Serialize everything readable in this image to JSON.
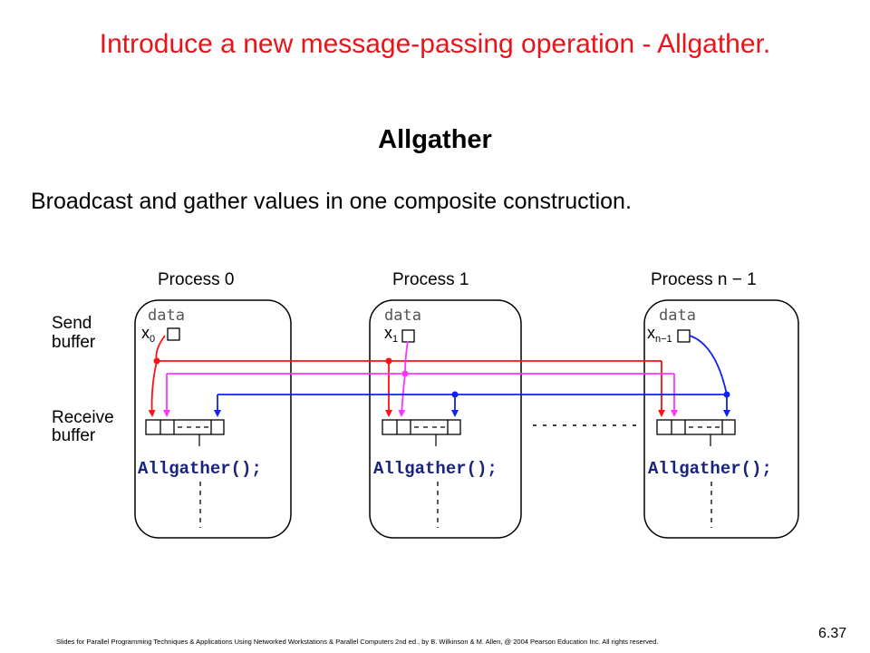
{
  "headline": "Introduce a new message-passing operation - Allgather.",
  "title": "Allgather",
  "subtitle": "Broadcast and gather values in one composite construction.",
  "diagram": {
    "send_label_1": "Send",
    "send_label_2": "buffer",
    "receive_label_1": "Receive",
    "receive_label_2": "buffer",
    "processes": [
      {
        "label": "Process 0",
        "data": "data",
        "var": "x",
        "sub": "0",
        "call": "Allgather();"
      },
      {
        "label": "Process 1",
        "data": "data",
        "var": "x",
        "sub": "1",
        "call": "Allgather();"
      },
      {
        "label": "Process n − 1",
        "data": "data",
        "var": "x",
        "sub": "n−1",
        "call": "Allgather();"
      }
    ],
    "colors": {
      "process0": "#ff1111",
      "process1": "#ff33ff",
      "processN": "#1122ee"
    }
  },
  "footer": "Slides for Parallel Programming Techniques & Applications Using Networked Workstations & Parallel Computers 2nd ed., by B. Wilkinson & M. Allen, @ 2004 Pearson Education Inc. All rights reserved.",
  "slide_number": "6.37"
}
